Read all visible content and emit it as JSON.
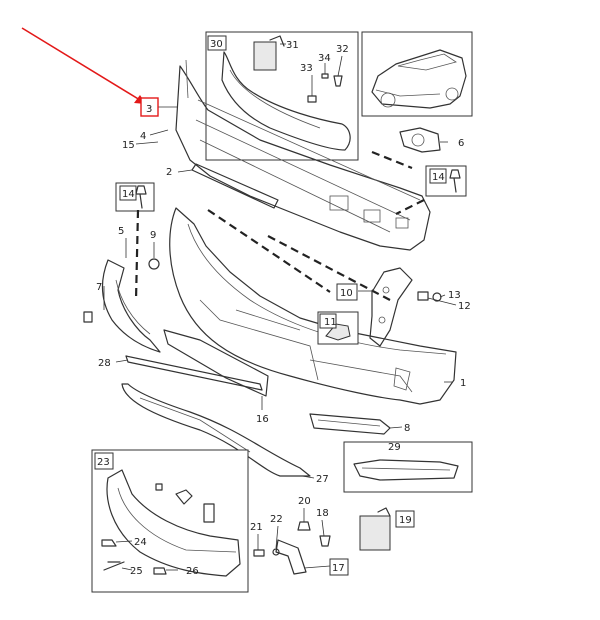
{
  "diagram": {
    "labels": {
      "p1": "1",
      "p2": "2",
      "p3": "3",
      "p4": "4",
      "p5": "5",
      "p6": "6",
      "p7": "7",
      "p8": "8",
      "p9": "9",
      "p10": "10",
      "p11": "11",
      "p12": "12",
      "p13": "13",
      "p14a": "14",
      "p14b": "14",
      "p15": "15",
      "p16": "16",
      "p17": "17",
      "p18": "18",
      "p19": "19",
      "p20": "20",
      "p21": "21",
      "p22": "22",
      "p23": "23",
      "p24": "24",
      "p25": "25",
      "p26": "26",
      "p27": "27",
      "p28": "28",
      "p29": "29",
      "p30": "30",
      "p31": "31",
      "p32": "32",
      "p33": "33",
      "p34": "34"
    },
    "colors": {
      "highlight": "#e31919",
      "line": "#333333"
    }
  }
}
